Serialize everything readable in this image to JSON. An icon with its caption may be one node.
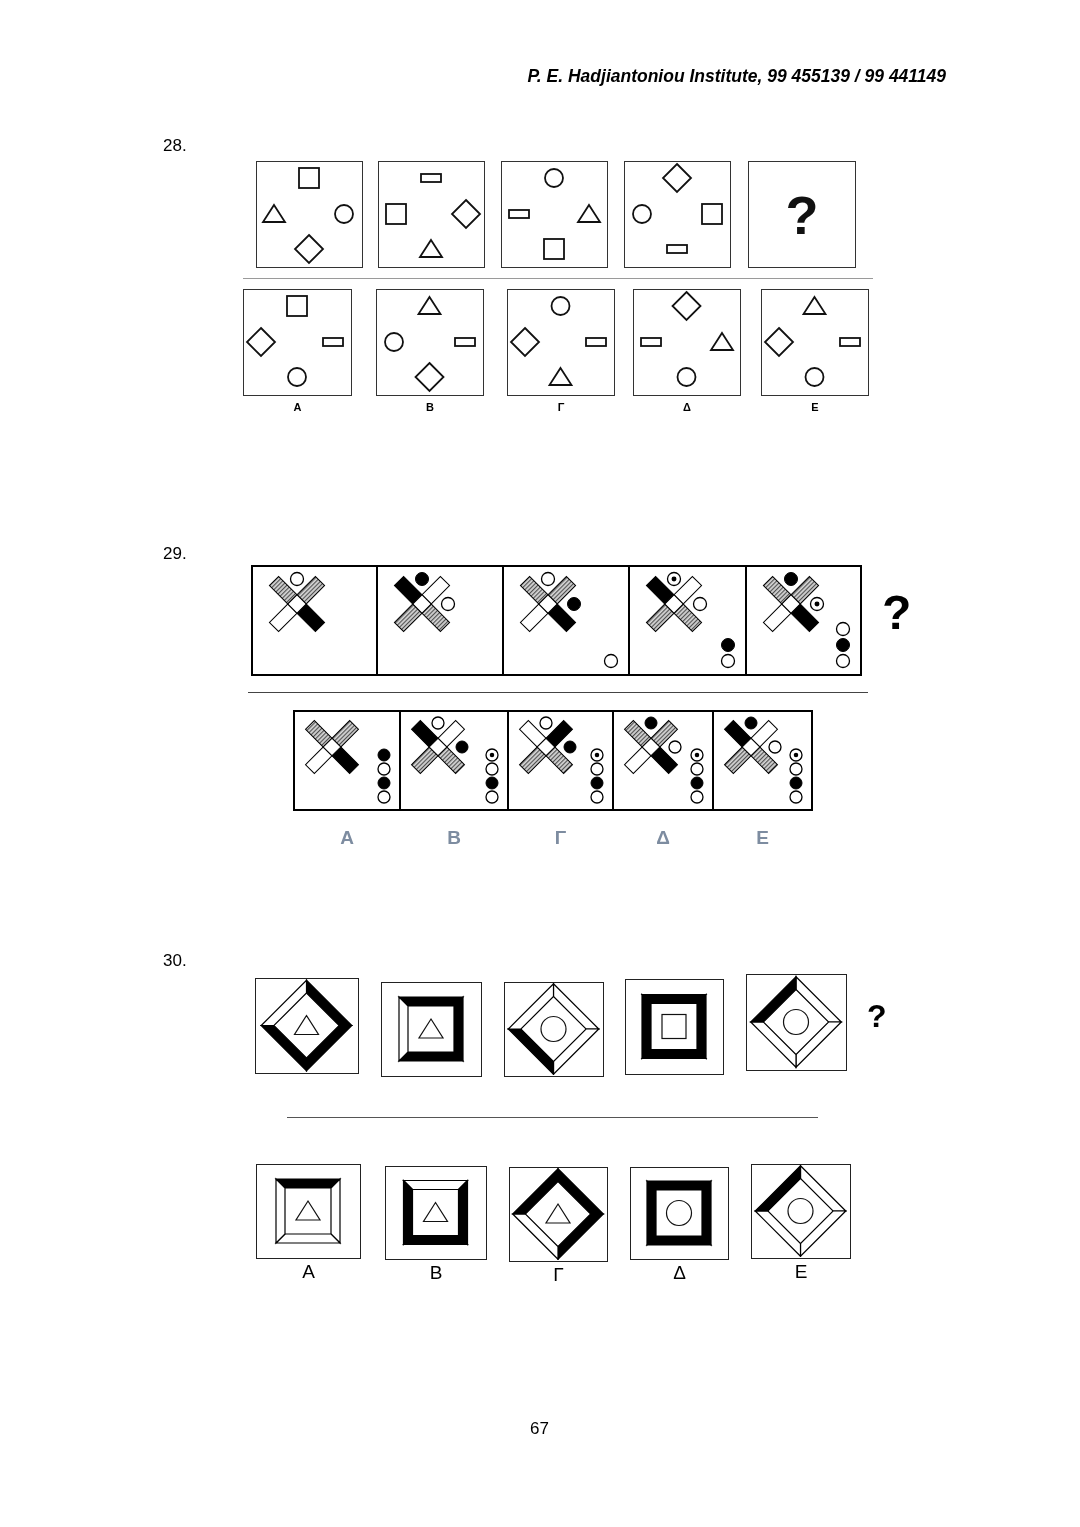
{
  "diagram": {
    "nodes": [
      {
        "text": [],
        "shape": "box"
      },
      {
        "text": [],
        "shape": "box"
      },
      {
        "text": [],
        "shape": "box"
      },
      {
        "text": [],
        "shape": "box"
      },
      {
        "text": [
          "?"
        ]
      },
      {
        "text": [],
        "shape": "box",
        "beside": [
          "Α"
        ]
      },
      {
        "text": [],
        "shape": "box",
        "beside": [
          "Β"
        ]
      },
      {
        "text": [],
        "shape": "box",
        "beside": [
          "Γ"
        ]
      },
      {
        "text": [],
        "shape": "box",
        "beside": [
          "Δ"
        ]
      },
      {
        "text": [],
        "shape": "box",
        "beside": [
          "Ε"
        ]
      },
      {
        "text": [],
        "shape": "box"
      },
      {
        "text": [],
        "shape": "box"
      },
      {
        "text": [],
        "shape": "box"
      },
      {
        "text": [],
        "shape": "box"
      },
      {
        "text": [],
        "shape": "box"
      },
      {
        "text": [],
        "shape": "box",
        "beside": [
          "Α"
        ]
      },
      {
        "text": [],
        "shape": "box",
        "beside": [
          "Β"
        ]
      },
      {
        "text": [],
        "shape": "box",
        "beside": [
          "Γ"
        ]
      },
      {
        "text": [],
        "shape": "box",
        "beside": [
          "Δ"
        ]
      },
      {
        "text": [],
        "shape": "box",
        "beside": [
          "Ε"
        ]
      },
      {
        "text": [],
        "shape": "box"
      },
      {
        "text": [],
        "shape": "box"
      },
      {
        "text": [],
        "shape": "box"
      },
      {
        "text": [],
        "shape": "box"
      },
      {
        "text": [],
        "shape": "box"
      },
      {
        "text": [],
        "shape": "box",
        "beside": [
          "Α"
        ]
      },
      {
        "text": [],
        "shape": "box",
        "beside": [
          "Β"
        ]
      },
      {
        "text": [],
        "shape": "box",
        "beside": [
          "Γ"
        ]
      },
      {
        "text": [],
        "shape": "box",
        "beside": [
          "Δ"
        ]
      },
      {
        "text": [],
        "shape": "box",
        "beside": [
          "Ε"
        ]
      }
    ],
    "labels": [
      "P. E. Hadjiantoniou Institute, 99 455139 / 99 441149",
      "28.",
      "29.",
      "?",
      "30.",
      "?",
      "67"
    ]
  }
}
